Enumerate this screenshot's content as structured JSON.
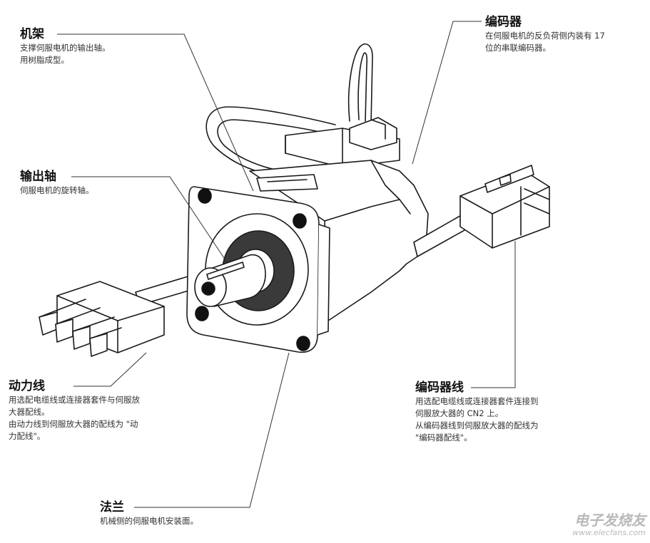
{
  "callouts": {
    "frame": {
      "title": "机架",
      "desc": "支撑伺服电机的输出轴。\n用树脂成型。"
    },
    "shaft": {
      "title": "输出轴",
      "desc": "伺服电机的旋转轴。"
    },
    "power": {
      "title": "动力线",
      "desc": "用选配电缆线或连接器套件与伺服放\n大器配线。\n由动力线到伺服放大器的配线为 \"动\n力配线\"。"
    },
    "flange": {
      "title": "法兰",
      "desc": "机械侧的伺服电机安装面。"
    },
    "encoder": {
      "title": "编码器",
      "desc": "在伺服电机的反负荷侧内装有 17\n位的串联编码器。"
    },
    "encoder_cable": {
      "title": "编码器线",
      "desc": "用选配电缆线或连接器套件连接到\n伺服放大器的 CN2 上。\n从编码器线到伺服放大器的配线为\n \"编码器配线\"。"
    }
  },
  "watermark": {
    "cn": "电子发烧友",
    "url": "www.elecfans.com"
  }
}
